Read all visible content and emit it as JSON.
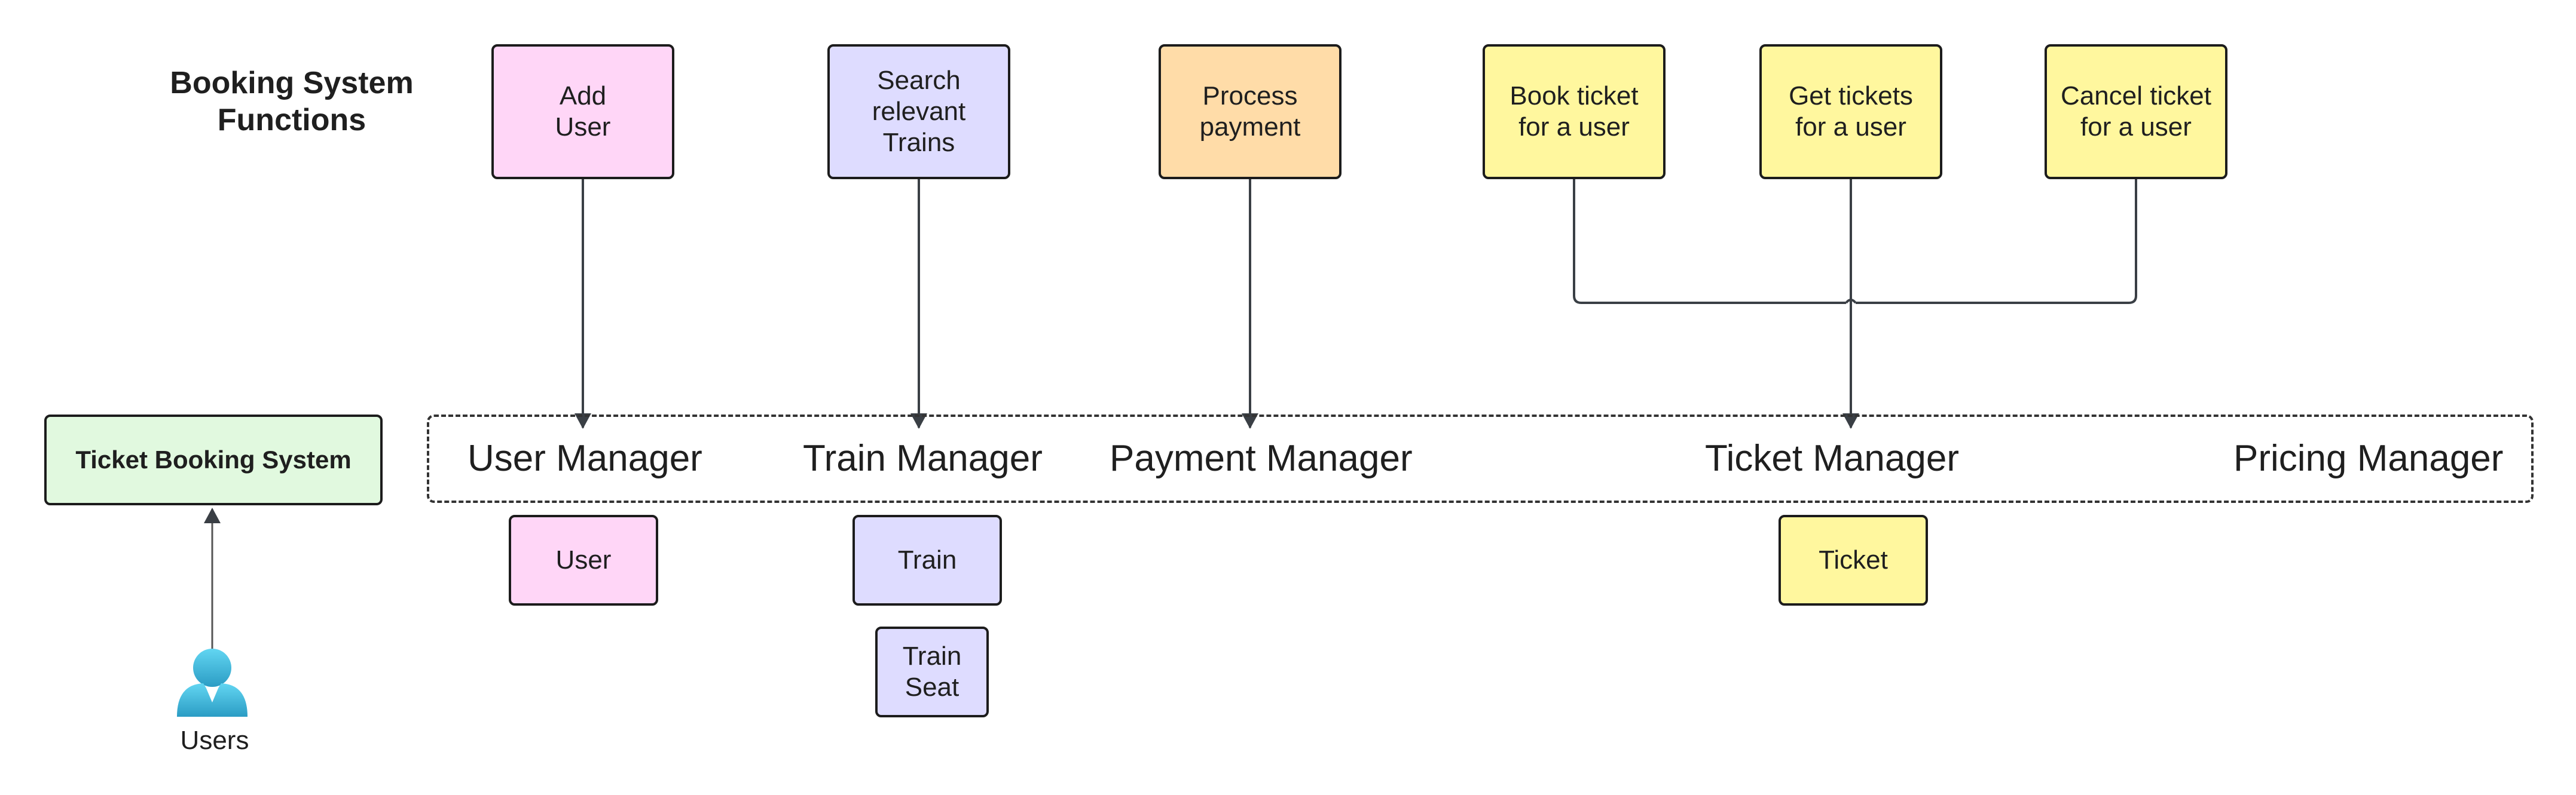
{
  "heading": "Booking System\nFunctions",
  "functions": [
    {
      "label": "Add\nUser"
    },
    {
      "label": "Search\nrelevant\nTrains"
    },
    {
      "label": "Process\npayment"
    },
    {
      "label": "Book ticket\nfor a user"
    },
    {
      "label": "Get tickets\nfor a user"
    },
    {
      "label": "Cancel ticket\nfor a user"
    }
  ],
  "system": {
    "label": "Ticket Booking System"
  },
  "managers": [
    "User Manager",
    "Train Manager",
    "Payment Manager",
    "Ticket Manager",
    "Pricing Manager"
  ],
  "entities": [
    "User",
    "Train",
    "Train\nSeat",
    "Ticket"
  ],
  "actor": {
    "label": "Users",
    "icon": "user-icon"
  },
  "colors": {
    "user": "#ffd6f7",
    "train": "#dedcff",
    "payment": "#ffdca8",
    "ticket": "#fff79e",
    "system": "#e1f9df",
    "actor": "#45b8d8"
  }
}
